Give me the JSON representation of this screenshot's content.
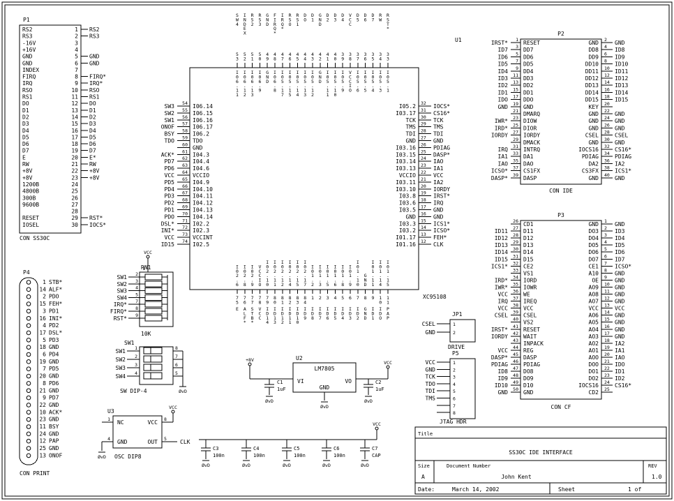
{
  "sheet": {
    "title_label": "Title",
    "title": "SS30C IDE INTERFACE",
    "size_label": "Size",
    "size": "A",
    "doc_label": "Document Number",
    "doc": "John Kent",
    "rev_label": "REV",
    "rev": "1.0",
    "date_label": "Date:",
    "date": "March 14, 2002",
    "sheet_label": "Sheet",
    "sheet_of": "1 of"
  },
  "components": {
    "P1": {
      "ref": "P1",
      "caption": "CON SS30C",
      "rows": [
        [
          "RS2",
          "1",
          "RS2"
        ],
        [
          "RS3",
          "2",
          "RS3"
        ],
        [
          "-16V",
          "3",
          ""
        ],
        [
          "+16V",
          "4",
          ""
        ],
        [
          "GND",
          "5",
          "GND"
        ],
        [
          "GND",
          "6",
          "GND"
        ],
        [
          "INDEX",
          "7",
          ""
        ],
        [
          "FIRQ",
          "8",
          "FIRQ*"
        ],
        [
          "IRQ",
          "9",
          "IRQ*"
        ],
        [
          "RSO",
          "10",
          "RSO"
        ],
        [
          "RS1",
          "11",
          "RS1"
        ],
        [
          "DO",
          "12",
          "DO"
        ],
        [
          "D1",
          "13",
          "D1"
        ],
        [
          "D2",
          "14",
          "D2"
        ],
        [
          "D3",
          "15",
          "D3"
        ],
        [
          "D4",
          "16",
          "D4"
        ],
        [
          "D5",
          "17",
          "D5"
        ],
        [
          "D6",
          "18",
          "D6"
        ],
        [
          "D7",
          "19",
          "D7"
        ],
        [
          "E",
          "20",
          "E*"
        ],
        [
          "RW",
          "21",
          "RW"
        ],
        [
          "+8V",
          "22",
          "+8V"
        ],
        [
          "+8V",
          "23",
          "+8V"
        ],
        [
          "1200B",
          "24",
          ""
        ],
        [
          "4800B",
          "25",
          ""
        ],
        [
          "300B",
          "26",
          ""
        ],
        [
          "9600B",
          "27",
          ""
        ],
        [
          "",
          "28",
          ""
        ],
        [
          "RESET",
          "29",
          "RST*"
        ],
        [
          "IOSEL",
          "30",
          "IOCS*"
        ]
      ]
    },
    "P2": {
      "ref": "P2",
      "caption": "CON IDE",
      "rows": [
        [
          "IRST*",
          "1",
          "RESET",
          "GND",
          "2",
          "GND"
        ],
        [
          "ID7",
          "3",
          "DD7",
          "DD8",
          "4",
          "ID8"
        ],
        [
          "ID6",
          "5",
          "DD6",
          "DD9",
          "6",
          "ID9"
        ],
        [
          "ID5",
          "7",
          "DD5",
          "DD10",
          "8",
          "ID10"
        ],
        [
          "ID4",
          "9",
          "DD4",
          "DD11",
          "10",
          "ID11"
        ],
        [
          "ID3",
          "11",
          "DD3",
          "DD12",
          "12",
          "ID12"
        ],
        [
          "ID2",
          "13",
          "DD2",
          "DD13",
          "14",
          "ID13"
        ],
        [
          "ID1",
          "15",
          "DD1",
          "DD14",
          "16",
          "ID14"
        ],
        [
          "IDO",
          "17",
          "DDO",
          "DD15",
          "18",
          "ID15"
        ],
        [
          "GND",
          "19",
          "GND",
          "KEY",
          "20",
          ""
        ],
        [
          "",
          "21",
          "DMARQ",
          "GND",
          "22",
          "GND"
        ],
        [
          "IWR*",
          "23",
          "DIOW",
          "GND",
          "24",
          "GND"
        ],
        [
          "IRD*",
          "25",
          "DIOR",
          "GND",
          "26",
          "GND"
        ],
        [
          "IORDY",
          "27",
          "IORDY",
          "CSEL",
          "28",
          "CSEL"
        ],
        [
          "",
          "29",
          "DMACK",
          "GND",
          "30",
          "GND"
        ],
        [
          "IRQ",
          "31",
          "INTRQ",
          "IOCS16",
          "32",
          "CS16*"
        ],
        [
          "IA1",
          "33",
          "DA1",
          "PDIAG",
          "34",
          "PDIAG"
        ],
        [
          "IAO",
          "35",
          "DAO",
          "DA2",
          "36",
          "IA2"
        ],
        [
          "ICSO*",
          "37",
          "CS1FX",
          "CS3FX",
          "38",
          "ICS1*"
        ],
        [
          "DASP*",
          "39",
          "DASP",
          "GND",
          "40",
          "GND"
        ]
      ]
    },
    "P3": {
      "ref": "P3",
      "caption": "CON CF",
      "rows": [
        [
          "",
          "26",
          "CD1",
          "GND",
          "1",
          "GND"
        ],
        [
          "ID11",
          "27",
          "D11",
          "DO3",
          "2",
          "ID3"
        ],
        [
          "ID12",
          "28",
          "D12",
          "DO4",
          "3",
          "ID4"
        ],
        [
          "ID13",
          "29",
          "D13",
          "DO5",
          "4",
          "ID5"
        ],
        [
          "ID14",
          "30",
          "D14",
          "DO6",
          "5",
          "ID6"
        ],
        [
          "ID15",
          "31",
          "D15",
          "DO7",
          "6",
          "ID7"
        ],
        [
          "ICS1*",
          "32",
          "CE2",
          "CE1",
          "7",
          "ICSO*"
        ],
        [
          "",
          "33",
          "VS1",
          "A10",
          "8",
          "GND"
        ],
        [
          "IRD*",
          "34",
          "IORD",
          "OE",
          "9",
          "GND"
        ],
        [
          "IWR*",
          "35",
          "IOWR",
          "AO9",
          "10",
          "GND"
        ],
        [
          "VCC",
          "36",
          "WE",
          "AO8",
          "11",
          "GND"
        ],
        [
          "IRQ",
          "37",
          "IREQ",
          "AO7",
          "12",
          "GND"
        ],
        [
          "VCC",
          "38",
          "VCC",
          "VCC",
          "13",
          "VCC"
        ],
        [
          "CSEL",
          "39",
          "CSEL",
          "AO6",
          "14",
          "GND"
        ],
        [
          "",
          "40",
          "VS2",
          "AO5",
          "15",
          "GND"
        ],
        [
          "IRST*",
          "41",
          "RESET",
          "AO4",
          "16",
          "GND"
        ],
        [
          "IORDY",
          "42",
          "WAIT",
          "AO3",
          "17",
          "GND"
        ],
        [
          "",
          "43",
          "INPACK",
          "AO2",
          "18",
          "IA2"
        ],
        [
          "VCC",
          "44",
          "REG",
          "AO1",
          "19",
          "IA1"
        ],
        [
          "DASP*",
          "45",
          "DASP",
          "AOO",
          "20",
          "IAO"
        ],
        [
          "PDIAG",
          "46",
          "PDIAG",
          "DOO",
          "21",
          "IDO"
        ],
        [
          "ID8",
          "47",
          "DO8",
          "DO1",
          "22",
          "ID1"
        ],
        [
          "ID9",
          "48",
          "DO9",
          "DO2",
          "23",
          "ID2"
        ],
        [
          "ID10",
          "49",
          "D10",
          "IOCS16",
          "24",
          "CS16*"
        ],
        [
          "GND",
          "50",
          "GND",
          "CD2",
          "25",
          ""
        ]
      ]
    },
    "P4": {
      "ref": "P4",
      "caption": "CON PRINT",
      "rows": [
        [
          "1",
          "STB*"
        ],
        [
          "14",
          "ALF*"
        ],
        [
          "2",
          "PDO"
        ],
        [
          "15",
          "FEH*"
        ],
        [
          "3",
          "PD1"
        ],
        [
          "16",
          "INI*"
        ],
        [
          "4",
          "PD2"
        ],
        [
          "17",
          "DSL*"
        ],
        [
          "5",
          "PD3"
        ],
        [
          "18",
          "GND"
        ],
        [
          "6",
          "PD4"
        ],
        [
          "19",
          "GND"
        ],
        [
          "7",
          "PD5"
        ],
        [
          "20",
          "GND"
        ],
        [
          "8",
          "PD6"
        ],
        [
          "21",
          "GND"
        ],
        [
          "9",
          "PD7"
        ],
        [
          "22",
          "GND"
        ],
        [
          "10",
          "ACK*"
        ],
        [
          "23",
          "GND"
        ],
        [
          "11",
          "BSY"
        ],
        [
          "24",
          "GND"
        ],
        [
          "12",
          "PAP"
        ],
        [
          "25",
          "GND"
        ],
        [
          "13",
          "ONOF"
        ]
      ]
    },
    "P5": {
      "ref": "P5",
      "caption": "JTAG HDR",
      "rows": [
        [
          "VCC",
          "1"
        ],
        [
          "GND",
          "2"
        ],
        [
          "TCK",
          "3"
        ],
        [
          "TDO",
          "4"
        ],
        [
          "TDI",
          "5"
        ],
        [
          "TMS",
          "6"
        ],
        [
          "",
          "7"
        ],
        [
          "",
          "8"
        ]
      ]
    },
    "JP1": {
      "ref": "JP1",
      "caption": "DRIVE",
      "rows": [
        [
          "CSEL",
          "1"
        ],
        [
          "GND",
          "2"
        ]
      ]
    },
    "U1": {
      "ref": "U1",
      "part": "XC95108",
      "left": [
        [
          "SW3",
          "54",
          "I06.14"
        ],
        [
          "SW2",
          "55",
          "I06.15"
        ],
        [
          "SW1",
          "56",
          "I06.16"
        ],
        [
          "ONOF",
          "57",
          "I06.17"
        ],
        [
          "BSY",
          "58",
          "I06.2"
        ],
        [
          "TDO",
          "59",
          "TDO"
        ],
        [
          "",
          "60",
          "GND"
        ],
        [
          "ACK*",
          "61",
          "I04.3"
        ],
        [
          "PD7",
          "62",
          "I04.4"
        ],
        [
          "PD6",
          "63",
          "I04.6"
        ],
        [
          "VCC",
          "64",
          "VCCIO"
        ],
        [
          "PD5",
          "65",
          "I04.9"
        ],
        [
          "PD4",
          "66",
          "I04.10"
        ],
        [
          "PD3",
          "67",
          "I04.11"
        ],
        [
          "PD2",
          "68",
          "I04.12"
        ],
        [
          "PD1",
          "69",
          "I04.13"
        ],
        [
          "PDO",
          "70",
          "I04.14"
        ],
        [
          "DSL*",
          "71",
          "I02.2"
        ],
        [
          "INI*",
          "72",
          "I02.3"
        ],
        [
          "VCC",
          "73",
          "VCCINT"
        ],
        [
          "ID15",
          "74",
          "I02.5"
        ]
      ],
      "right": [
        [
          "IOCS*",
          "32",
          "I05.2"
        ],
        [
          "CS16*",
          "31",
          "I03.17"
        ],
        [
          "TCK",
          "30",
          "TCK"
        ],
        [
          "TMS",
          "29",
          "TMS"
        ],
        [
          "TDI",
          "28",
          "TDI"
        ],
        [
          "GND",
          "27",
          "GND"
        ],
        [
          "PDIAG",
          "26",
          "I03.16"
        ],
        [
          "DASP*",
          "25",
          "I03.15"
        ],
        [
          "IAO",
          "24",
          "I03.14"
        ],
        [
          "IA1",
          "23",
          "I03.13"
        ],
        [
          "VCC",
          "22",
          "VCCIO"
        ],
        [
          "IA2",
          "21",
          "I03.11"
        ],
        [
          "IORDY",
          "20",
          "I03.10"
        ],
        [
          "IRST*",
          "19",
          "I03.8"
        ],
        [
          "IRQ",
          "18",
          "I03.6"
        ],
        [
          "GND",
          "17",
          "I03.5"
        ],
        [
          "GND",
          "16",
          "GND"
        ],
        [
          "ICS1*",
          "15",
          "I03.3"
        ],
        [
          "ICSO*",
          "14",
          "I03.2"
        ],
        [
          "FEH*",
          "13",
          "I01.17"
        ],
        [
          "CLK",
          "12",
          "I01.16"
        ]
      ],
      "top": [
        [
          "SW4",
          "53",
          "I06.11"
        ],
        [
          "INDEX",
          "52",
          "I06.12"
        ],
        [
          "RS2",
          "51",
          "I06.13"
        ],
        [
          "RS3",
          "50",
          "I06.9"
        ],
        [
          "GND",
          "49",
          "GND"
        ],
        [
          "FIRQ*",
          "48",
          "I06.8"
        ],
        [
          "IRQ*",
          "47",
          "I05.17"
        ],
        [
          "RSO",
          "46",
          "I05.15"
        ],
        [
          "RS1",
          "45",
          "I05.14"
        ],
        [
          "DO",
          "44",
          "I05.13"
        ],
        [
          "D1",
          "43",
          "I05.12"
        ],
        [
          "GND",
          "42",
          "GND"
        ],
        [
          "D2",
          "41",
          "I05.11"
        ],
        [
          "D3",
          "40",
          "I05.10"
        ],
        [
          "D4",
          "39",
          "I05.9"
        ],
        [
          "VCC",
          "38",
          "VCCIO"
        ],
        [
          "D5",
          "37",
          "I05.6"
        ],
        [
          "D6",
          "36",
          "I05.5"
        ],
        [
          "D7",
          "35",
          "I05.4"
        ],
        [
          "RW",
          "34",
          "I05.3"
        ],
        [
          "RST*",
          "33",
          "I05.1"
        ]
      ],
      "bottom": [
        [
          "E",
          "75",
          "I02.6"
        ],
        [
          "ALF*",
          "76",
          "I02.8"
        ],
        [
          "STB*",
          "77",
          "I02.9"
        ],
        [
          "VCC",
          "78",
          "VCCIO"
        ],
        [
          "ID14",
          "79",
          "I02.10"
        ],
        [
          "ID13",
          "80",
          "I02.11"
        ],
        [
          "ID12",
          "81",
          "I02.12"
        ],
        [
          "ID11",
          "82",
          "I02.14"
        ],
        [
          "ID10",
          "83",
          "I02.15"
        ],
        [
          "ID9",
          "84",
          "I02.17"
        ],
        [
          "ID8",
          "1",
          "I01.2"
        ],
        [
          "ID7",
          "2",
          "I01.3"
        ],
        [
          "ID6",
          "3",
          "I01.5"
        ],
        [
          "ID5",
          "4",
          "I01.6"
        ],
        [
          "ID4",
          "5",
          "I01.8"
        ],
        [
          "ID3",
          "6",
          "I01.9"
        ],
        [
          "ID2",
          "7",
          "I01.10"
        ],
        [
          "GND",
          "8",
          "GND"
        ],
        [
          "ID1",
          "9",
          "I01.11"
        ],
        [
          "IDO",
          "10",
          "I01.14"
        ],
        [
          "PAP",
          "11",
          "I01.15"
        ]
      ]
    },
    "U2": {
      "ref": "U2",
      "part": "LM7805",
      "vi": "VI",
      "vo": "VO",
      "gnd": "GND",
      "in_net": "+8V",
      "out_net": "VCC"
    },
    "U3": {
      "ref": "U3",
      "caption": "OSC DIP8",
      "nc": "NC",
      "vcc": "VCC",
      "gnd": "GND",
      "out": "OUT",
      "pin_nc": "1",
      "pin_vcc": "8",
      "pin_gnd": "4",
      "pin_out": "5",
      "clk_net": "CLK"
    },
    "RN1": {
      "ref": "RN1",
      "value": "10K",
      "common_pin": "1",
      "common_net": "VCC",
      "rows": [
        [
          "SW1",
          "2"
        ],
        [
          "SW2",
          "3"
        ],
        [
          "SW3",
          "4"
        ],
        [
          "SW4",
          "5"
        ],
        [
          "IRQ*",
          "7"
        ],
        [
          "FIRQ*",
          "8"
        ],
        [
          "RST*",
          "9"
        ]
      ]
    },
    "SW1": {
      "ref": "SW1",
      "caption": "SW DIP-4",
      "rows": [
        [
          "SW1",
          "1",
          "8"
        ],
        [
          "SW2",
          "2",
          "7"
        ],
        [
          "SW3",
          "3",
          "6"
        ],
        [
          "SW4",
          "4",
          "5"
        ]
      ]
    },
    "caps": [
      {
        "ref": "C1",
        "value": "1uF"
      },
      {
        "ref": "C2",
        "value": "1uF"
      },
      {
        "ref": "C3",
        "value": "100n"
      },
      {
        "ref": "C4",
        "value": "100n"
      },
      {
        "ref": "C5",
        "value": "100n"
      },
      {
        "ref": "C6",
        "value": "100n"
      },
      {
        "ref": "C7",
        "value": "CAP"
      }
    ],
    "power": {
      "vcc": "VCC",
      "v8": "+8V",
      "gnd": "ØvD"
    }
  }
}
